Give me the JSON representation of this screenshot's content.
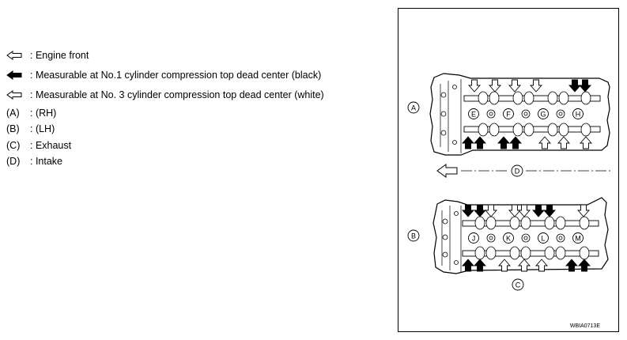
{
  "legend": {
    "items": [
      {
        "symbol": "white-arrow-left-icon",
        "key": "",
        "text": ": Engine front"
      },
      {
        "symbol": "black-arrow-left-icon",
        "key": "",
        "text": ": Measurable at No.1 cylinder compression top dead center (black)"
      },
      {
        "symbol": "white-arrow-left-icon",
        "key": "",
        "text": ": Measurable at No. 3 cylinder compression top dead center (white)"
      },
      {
        "symbol": "",
        "key": "(A)",
        "text": ": (RH)"
      },
      {
        "symbol": "",
        "key": "(B)",
        "text": ": (LH)"
      },
      {
        "symbol": "",
        "key": "(C)",
        "text": ": Exhaust"
      },
      {
        "symbol": "",
        "key": "(D)",
        "text": ": Intake"
      }
    ]
  },
  "figure": {
    "labels": {
      "a": "A",
      "b": "B",
      "c": "C",
      "d": "D"
    },
    "rh_journals": [
      "E",
      "F",
      "G",
      "H"
    ],
    "lh_journals": [
      "J",
      "K",
      "L",
      "M"
    ],
    "code": "WBIA0713E"
  },
  "colors": {
    "ink": "#000000",
    "paper": "#ffffff"
  }
}
